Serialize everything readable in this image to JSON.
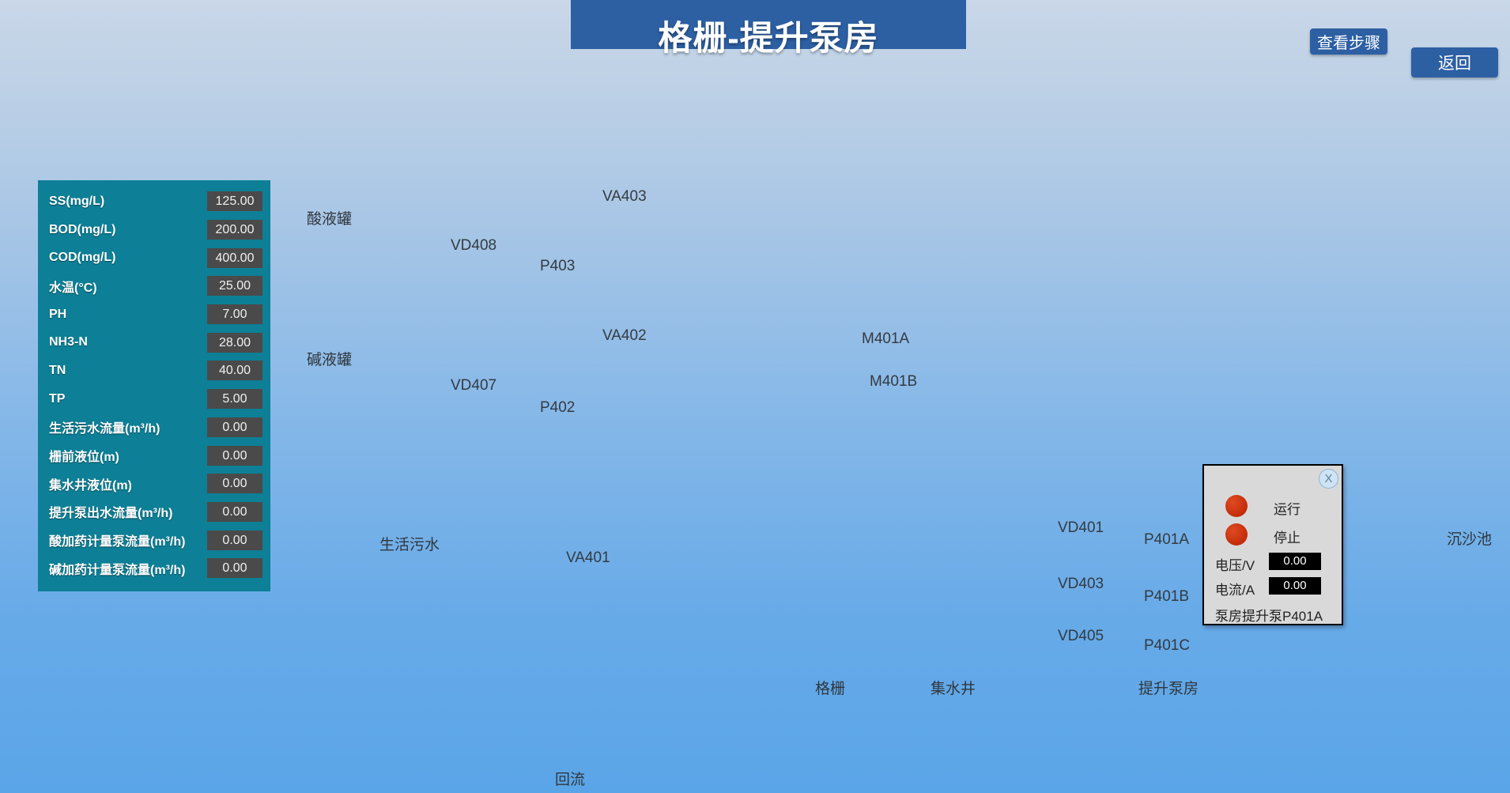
{
  "header": {
    "title": "格栅-提升泵房",
    "buttons": [
      {
        "id": "view-steps",
        "label": "查看步骤"
      },
      {
        "id": "back",
        "label": "返回"
      }
    ]
  },
  "param_panel": {
    "rows": [
      {
        "label": "SS(mg/L)",
        "value": "125.00"
      },
      {
        "label": "BOD(mg/L)",
        "value": "200.00"
      },
      {
        "label": "COD(mg/L)",
        "value": "400.00"
      },
      {
        "label": "水温(°C)",
        "value": "25.00"
      },
      {
        "label": "PH",
        "value": "7.00"
      },
      {
        "label": "NH3-N",
        "value": "28.00"
      },
      {
        "label": "TN",
        "value": "40.00"
      },
      {
        "label": "TP",
        "value": "5.00"
      },
      {
        "label": "生活污水流量(m³/h)",
        "value": "0.00"
      },
      {
        "label": "栅前液位(m)",
        "value": "0.00"
      },
      {
        "label": "集水井液位(m)",
        "value": "0.00"
      },
      {
        "label": "提升泵出水流量(m³/h)",
        "value": "0.00"
      },
      {
        "label": "酸加药计量泵流量(m³/h)",
        "value": "0.00"
      },
      {
        "label": "碱加药计量泵流量(m³/h)",
        "value": "0.00"
      }
    ]
  },
  "diagram": {
    "tanks": [
      {
        "id": "acid-tank",
        "label": "酸液罐"
      },
      {
        "id": "alkali-tank",
        "label": "碱液罐"
      }
    ],
    "equipment_labels": [
      {
        "id": "vd408",
        "text": "VD408"
      },
      {
        "id": "vd407",
        "text": "VD407"
      },
      {
        "id": "p403",
        "text": "P403"
      },
      {
        "id": "p402",
        "text": "P402"
      },
      {
        "id": "va403",
        "text": "VA403"
      },
      {
        "id": "va402",
        "text": "VA402"
      },
      {
        "id": "va401",
        "text": "VA401"
      },
      {
        "id": "m401a",
        "text": "M401A"
      },
      {
        "id": "m401b",
        "text": "M401B"
      },
      {
        "id": "vd401",
        "text": "VD401"
      },
      {
        "id": "vd403",
        "text": "VD403"
      },
      {
        "id": "vd405",
        "text": "VD405"
      },
      {
        "id": "p401a",
        "text": "P401A"
      },
      {
        "id": "p401b",
        "text": "P401B"
      },
      {
        "id": "p401c",
        "text": "P401C"
      }
    ],
    "flow_labels": [
      {
        "id": "influent",
        "text": "生活污水"
      },
      {
        "id": "return-flow",
        "text": "回流"
      },
      {
        "id": "grit-tank",
        "text": "沉沙池"
      }
    ],
    "zone_labels": [
      {
        "id": "grate",
        "text": "格栅"
      },
      {
        "id": "sump",
        "text": "集水井"
      },
      {
        "id": "pump-house",
        "text": "提升泵房"
      }
    ]
  },
  "popup": {
    "title": "泵房提升泵P401A",
    "run_label": "运行",
    "stop_label": "停止",
    "voltage_label": "电压/V",
    "voltage_value": "0.00",
    "current_label": "电流/A",
    "current_value": "0.00",
    "close_label": "X"
  },
  "colors": {
    "accent_blue": "#2d5fa3",
    "panel_teal": "#0d7f96",
    "valve_red": "#fc2a0a",
    "pump_blue": "#1414d2",
    "pump_orange": "#e08020",
    "pipe_blue": "#1a1ae0",
    "pipe_cyan": "#12c9b4",
    "arrow_green": "#13b400",
    "tank_teal": "#1aafbb",
    "wall_gray": "#9c9c9c",
    "water_blue": "#3d9ad8"
  }
}
